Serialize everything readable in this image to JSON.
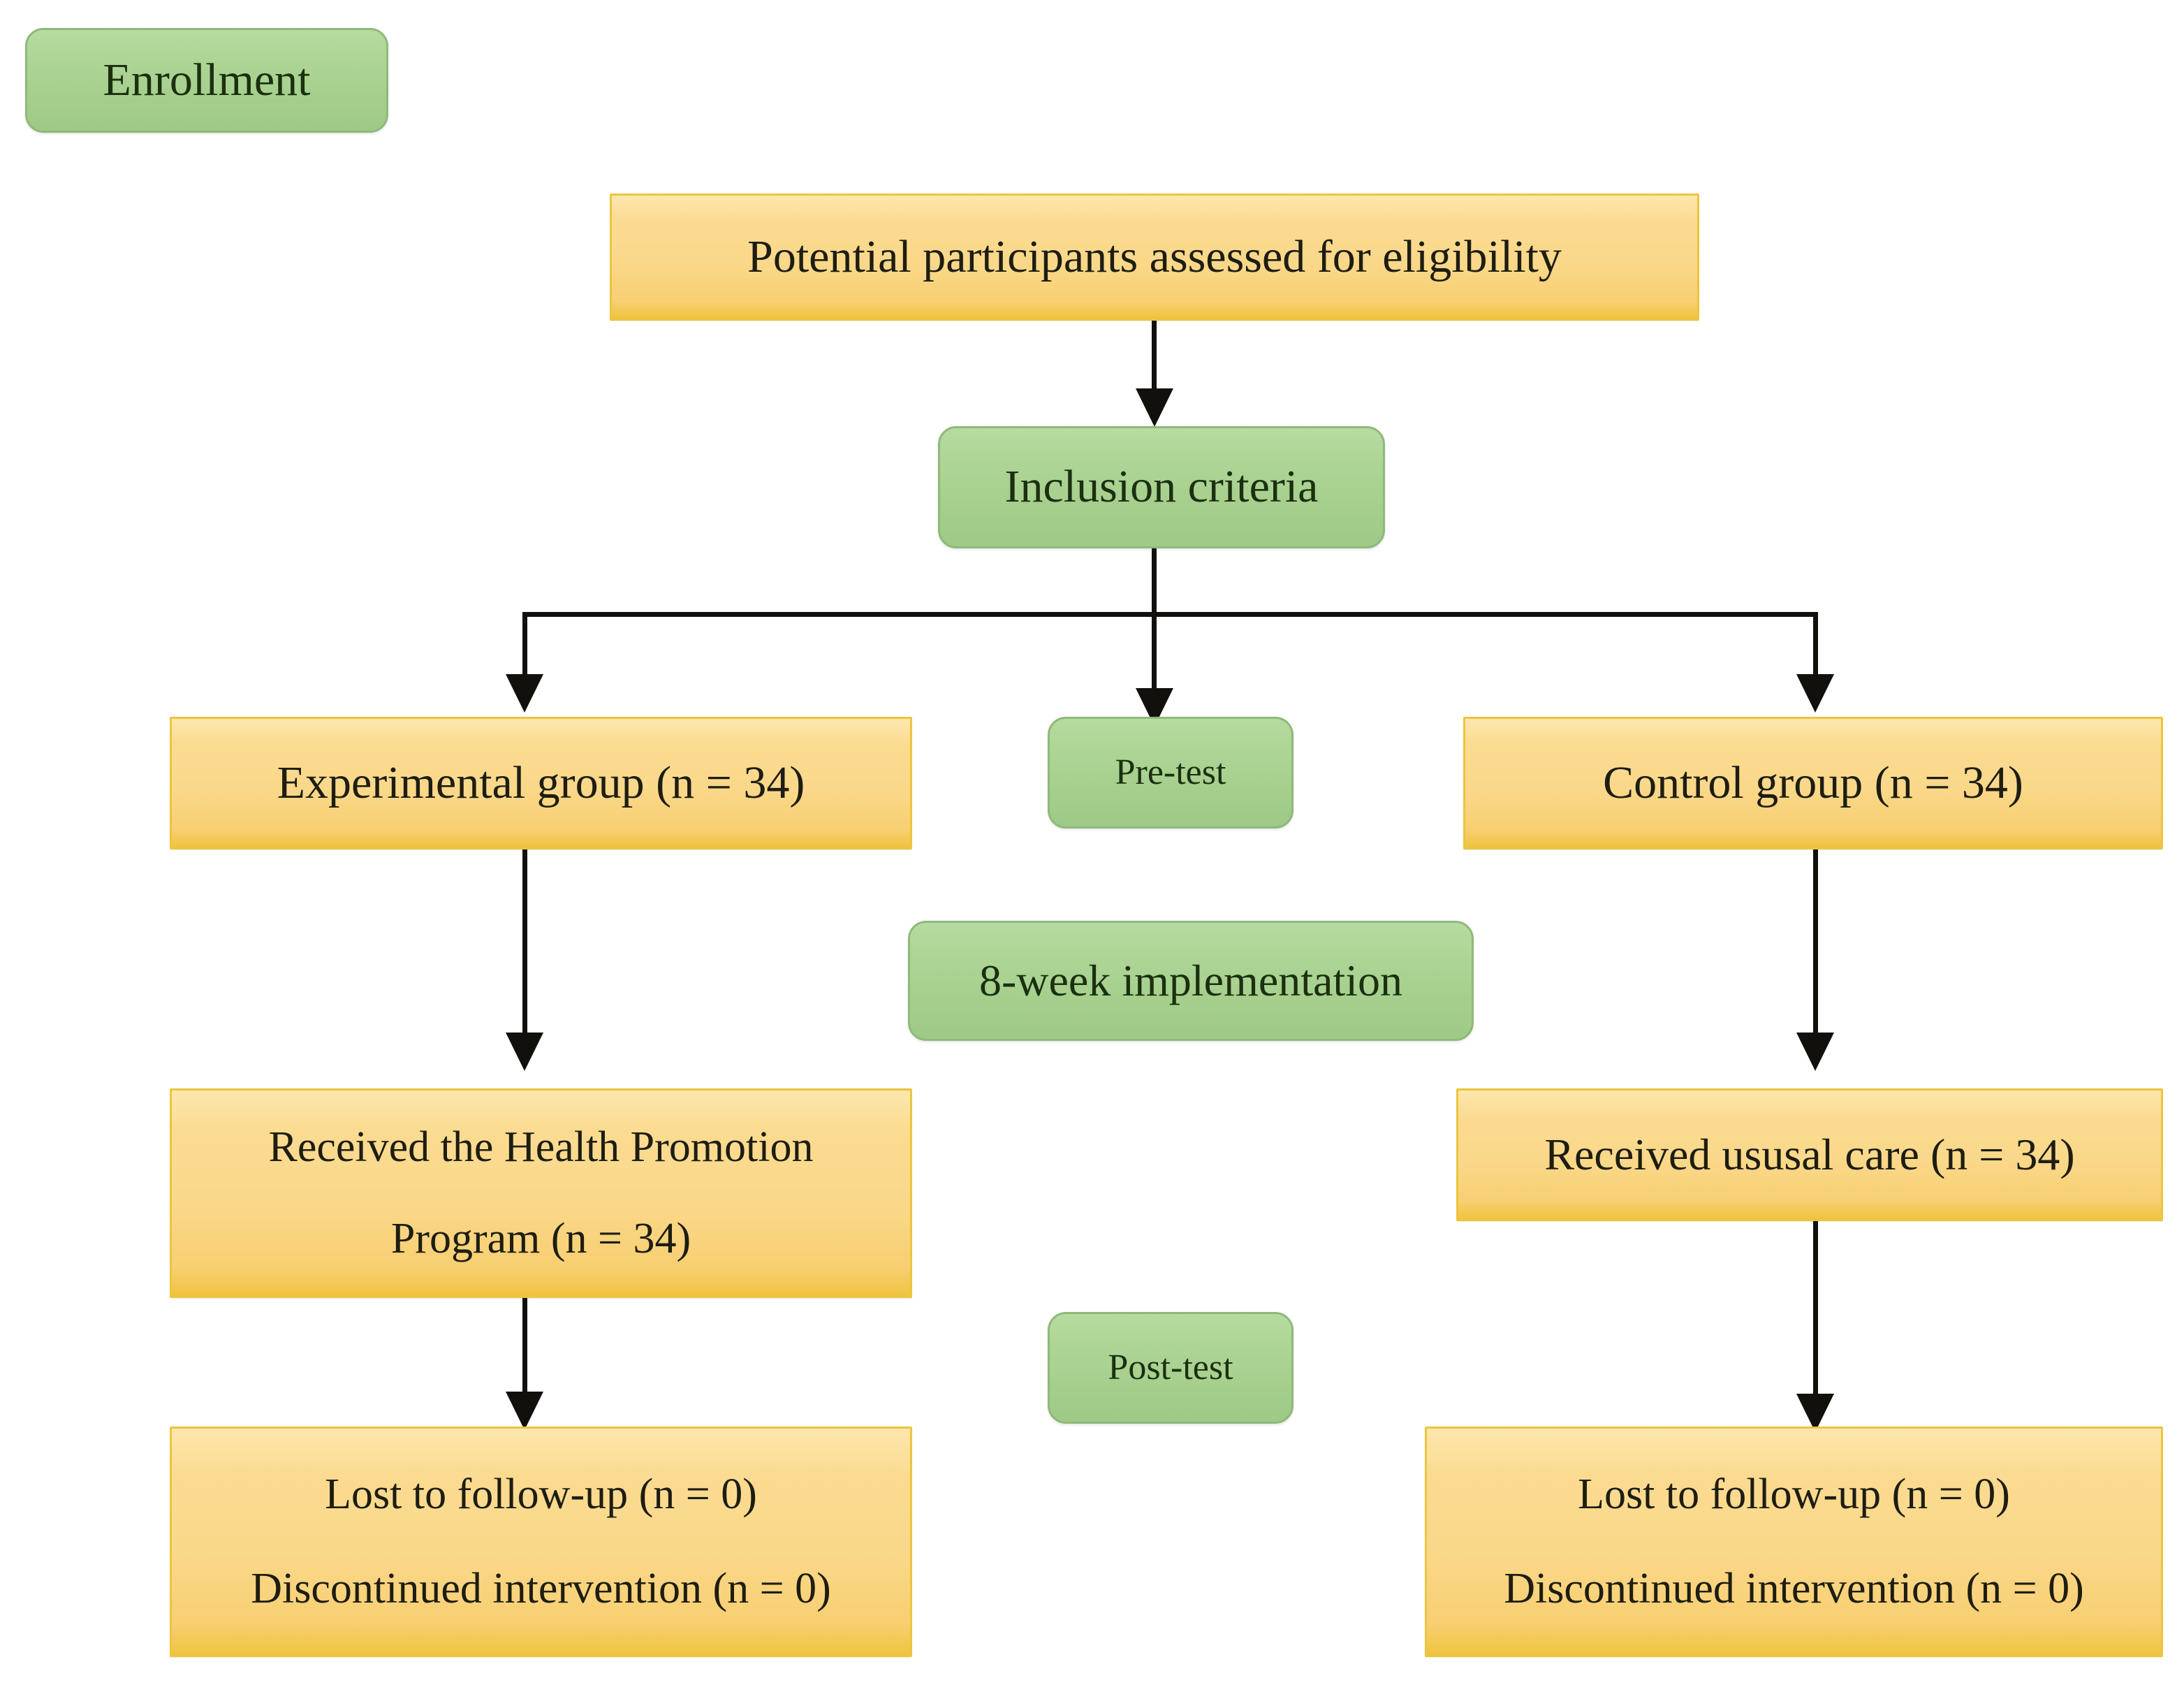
{
  "diagram": {
    "type": "flowchart",
    "title": "CONSORT-style participant flow diagram",
    "colors": {
      "stage_fill": "#a9d18e",
      "stage_border": "#8fb97a",
      "process_fill": "#fad88a",
      "process_border": "#ecc53f",
      "connector": "#12100c",
      "background": "#ffffff",
      "text": "#1d1d12"
    },
    "nodes": {
      "enrollment": {
        "label": "Enrollment",
        "shape": "rounded",
        "color": "green"
      },
      "assessed": {
        "label": "Potential participants assessed for eligibility",
        "shape": "rect",
        "color": "orange"
      },
      "inclusion": {
        "label": "Inclusion criteria",
        "shape": "rounded",
        "color": "green"
      },
      "pre_test": {
        "label": "Pre-test",
        "shape": "rounded",
        "color": "green"
      },
      "experimental": {
        "label": "Experimental group (n = 34)",
        "shape": "rect",
        "color": "orange"
      },
      "control": {
        "label": "Control group (n = 34)",
        "shape": "rect",
        "color": "orange"
      },
      "implementation": {
        "label": "8-week implementation",
        "shape": "rounded",
        "color": "green"
      },
      "received_program": {
        "line1": "Received the Health Promotion",
        "line2": "Program (n = 34)",
        "shape": "rect",
        "color": "orange"
      },
      "received_usual": {
        "label": "Received ususal care (n = 34)",
        "shape": "rect",
        "color": "orange"
      },
      "post_test": {
        "label": "Post-test",
        "shape": "rounded",
        "color": "green"
      },
      "left_lost": {
        "line1": "Lost to follow-up (n = 0)",
        "line2": "Discontinued intervention (n = 0)",
        "shape": "rect",
        "color": "orange"
      },
      "right_lost": {
        "line1": "Lost to follow-up (n = 0)",
        "line2": "Discontinued intervention (n = 0)",
        "shape": "rect",
        "color": "orange"
      }
    },
    "edges": [
      {
        "from": "assessed",
        "to": "inclusion",
        "style": "arrow-down"
      },
      {
        "from": "inclusion",
        "to": "experimental",
        "style": "split-left"
      },
      {
        "from": "inclusion",
        "to": "pre_test",
        "style": "arrow-down"
      },
      {
        "from": "inclusion",
        "to": "control",
        "style": "split-right"
      },
      {
        "from": "experimental",
        "to": "received_program",
        "style": "arrow-down"
      },
      {
        "from": "control",
        "to": "received_usual",
        "style": "arrow-down"
      },
      {
        "from": "received_program",
        "to": "left_lost",
        "style": "arrow-down"
      },
      {
        "from": "received_usual",
        "to": "right_lost",
        "style": "arrow-down"
      }
    ]
  }
}
